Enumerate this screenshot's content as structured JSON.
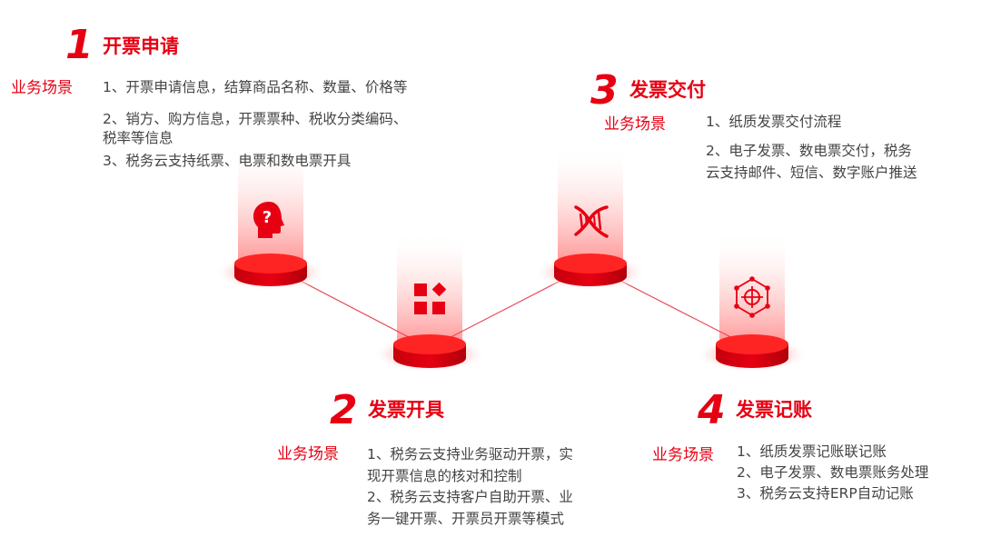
{
  "accent_color": "#e60012",
  "steps": [
    {
      "number": "1",
      "title": "开票申请",
      "label": "业务场景",
      "icon": "question-head-icon",
      "items": [
        "1、开票申请信息，结算商品名称、数量、价格等",
        "2、销方、购方信息，开票票种、税收分类编码、",
        "税率等信息",
        "3、税务云支持纸票、电票和数电票开具"
      ]
    },
    {
      "number": "2",
      "title": "发票开具",
      "label": "业务场景",
      "icon": "app-grid-icon",
      "items": [
        "1、税务云支持业务驱动开票，实",
        "现开票信息的核对和控制",
        "2、税务云支持客户自助开票、业",
        "务一键开票、开票员开票等模式"
      ]
    },
    {
      "number": "3",
      "title": "发票交付",
      "label": "业务场景",
      "icon": "dna-icon",
      "items": [
        "1、纸质发票交付流程",
        "2、电子发票、数电票交付，税务",
        "云支持邮件、短信、数字账户推送"
      ]
    },
    {
      "number": "4",
      "title": "发票记账",
      "label": "业务场景",
      "icon": "network-chip-icon",
      "items": [
        "1、纸质发票记账联记账",
        "2、电子发票、数电票账务处理",
        "3、税务云支持ERP自动记账"
      ]
    }
  ]
}
